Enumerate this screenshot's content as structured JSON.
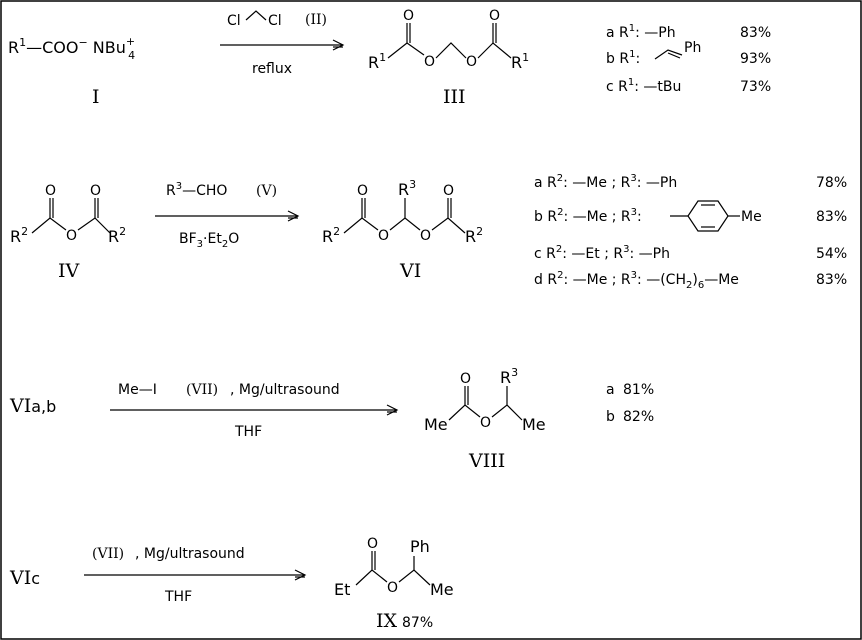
{
  "reaction1": {
    "reactant_text": "R¹—COO⁻ NBu₄⁺",
    "reactant_id": "I",
    "reagent_text": "Cl⁀Cl",
    "reagent_id": "(II)",
    "condition": "reflux",
    "product_id": "III",
    "r1_left": "R¹",
    "r1_right": "R¹",
    "o_atom": "O",
    "variants": [
      {
        "key": "a",
        "group": "R¹: —Ph",
        "yield": "83%"
      },
      {
        "key": "b",
        "group": "R¹: ⁄⁄Ph",
        "yield": "93%"
      },
      {
        "key": "c",
        "group": "R¹: —tBu",
        "yield": "73%"
      }
    ]
  },
  "reaction2": {
    "reactant_id": "IV",
    "r2": "R²",
    "o_atom": "O",
    "reagent_text": "R³—CHO",
    "reagent_id": "(V)",
    "catalyst": "BF₃·Et₂O",
    "product_id": "VI",
    "r3": "R³",
    "variants": [
      {
        "key": "a",
        "group": "R²: —Me ; R³: —Ph",
        "yield": "78%"
      },
      {
        "key": "b",
        "group": "R²: —Me ; R³: —C₆H₄—Me",
        "yield": "83%"
      },
      {
        "key": "c",
        "group": "R²: —Et ; R³: —Ph",
        "yield": "54%"
      },
      {
        "key": "d",
        "group": "R²: —Me ; R³: —(CH₂)₆—Me",
        "yield": "83%"
      }
    ]
  },
  "reaction3": {
    "substrate": "VIa,b",
    "reagent_text": "Me—I",
    "reagent_id": "(VII)",
    "reagent_suffix": ", Mg/ultrasound",
    "solvent": "THF",
    "product_id": "VIII",
    "me": "Me",
    "r3": "R³",
    "o_atom": "O",
    "yields": [
      {
        "key": "a",
        "yield": "81%"
      },
      {
        "key": "b",
        "yield": "82%"
      }
    ]
  },
  "reaction4": {
    "substrate": "VIc",
    "reagent_id": "(VII)",
    "reagent_suffix": ", Mg/ultrasound",
    "solvent": "THF",
    "product_id": "IX",
    "yield": "87%",
    "et": "Et",
    "ph": "Ph",
    "me": "Me",
    "o_atom": "O"
  }
}
